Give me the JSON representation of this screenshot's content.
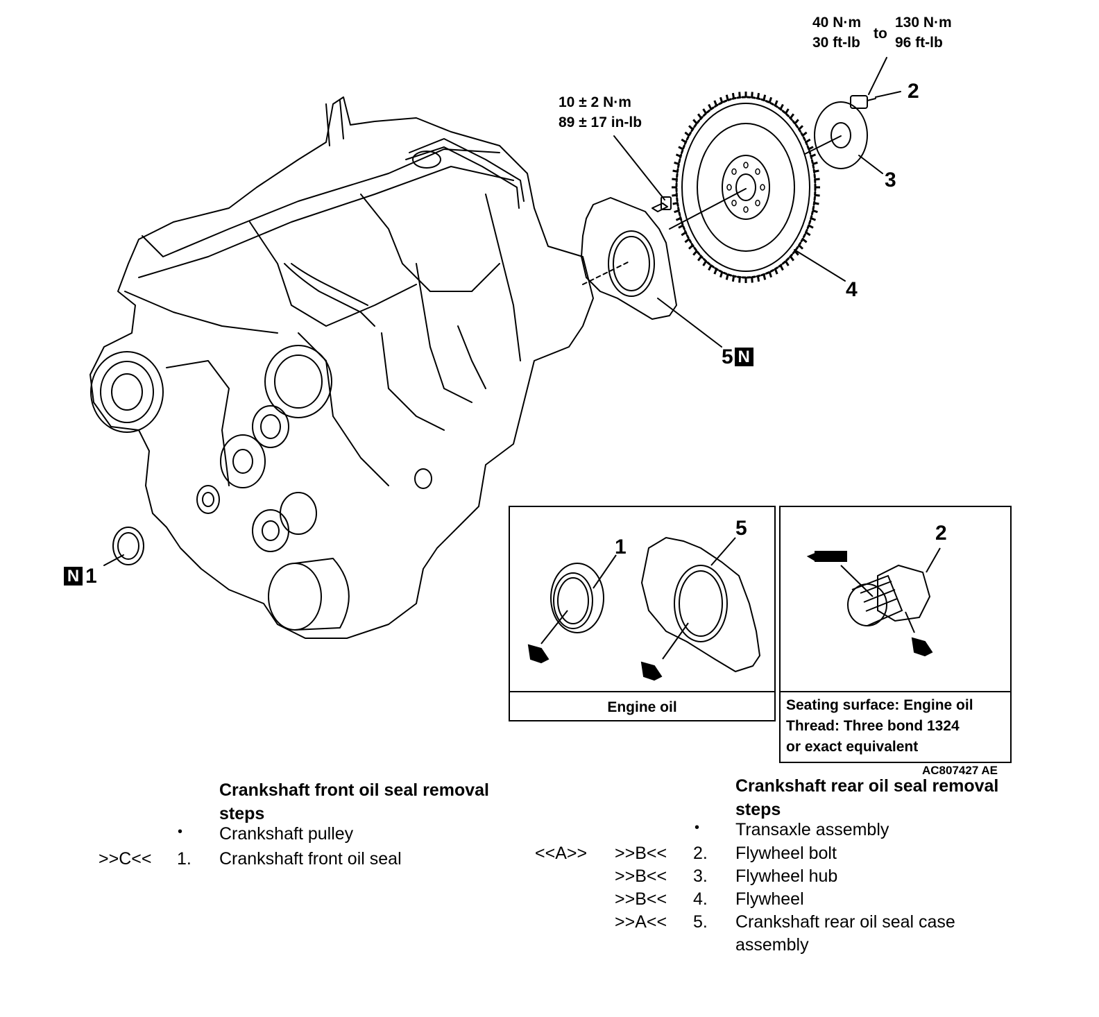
{
  "torque_rear_hub_bolt": {
    "min_nm": "40 N·m",
    "min_ftlb": "30 ft-lb",
    "to": "to",
    "max_nm": "130 N·m",
    "max_ftlb": "96 ft-lb"
  },
  "torque_seal_case_bolt": {
    "nm": "10 ± 2 N·m",
    "inlb": "89 ± 17 in-lb"
  },
  "callouts": {
    "c1": "1",
    "c2": "2",
    "c3": "3",
    "c4": "4",
    "c5": "5",
    "new_part_mark": "N"
  },
  "panel_left": {
    "callout_1": "1",
    "callout_5": "5",
    "caption": "Engine oil"
  },
  "panel_right": {
    "callout_2": "2",
    "caption_line1": "Seating surface: Engine oil",
    "caption_line2": "Thread: Three bond 1324",
    "caption_line3": "or exact equivalent"
  },
  "figure_code": "AC807427 AE",
  "front_steps": {
    "heading_line1": "Crankshaft front oil seal removal",
    "heading_line2": "steps",
    "items": [
      {
        "marker": "",
        "number": "•",
        "text": "Crankshaft pulley"
      },
      {
        "marker": ">>C<<",
        "number": "1.",
        "text": "Crankshaft front oil seal"
      }
    ]
  },
  "rear_steps": {
    "heading_line1": "Crankshaft rear oil seal removal",
    "heading_line2": "steps",
    "items": [
      {
        "marker_left": "",
        "marker": "",
        "number": "•",
        "text": "Transaxle assembly"
      },
      {
        "marker_left": "<<A>>",
        "marker": ">>B<<",
        "number": "2.",
        "text": "Flywheel bolt"
      },
      {
        "marker_left": "",
        "marker": ">>B<<",
        "number": "3.",
        "text": "Flywheel hub"
      },
      {
        "marker_left": "",
        "marker": ">>B<<",
        "number": "4.",
        "text": "Flywheel"
      },
      {
        "marker_left": "",
        "marker": ">>A<<",
        "number": "5.",
        "text": "Crankshaft rear oil seal case"
      },
      {
        "marker_left": "",
        "marker": "",
        "number": "",
        "text": "assembly"
      }
    ]
  }
}
